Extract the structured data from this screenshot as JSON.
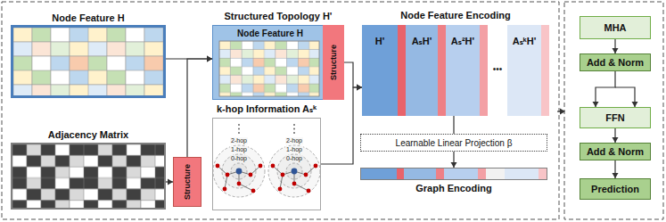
{
  "diagram": {
    "nodes": [
      {
        "text": [
          "Node Feature H"
        ]
      },
      {
        "text": [
          "Adjacency Matrix"
        ]
      },
      {
        "text": [
          "Structure"
        ]
      },
      {
        "text": [
          "Structured Topology H'"
        ]
      },
      {
        "text": [
          "Node Feature H"
        ],
        "in": 3
      },
      {
        "text": [
          "Structure"
        ],
        "in": 3
      },
      {
        "text": [
          "k-hop Information Aₛᵏ"
        ]
      },
      {
        "text": [
          "Node Feature Encoding"
        ]
      },
      {
        "text": [
          "H'"
        ],
        "in": 7
      },
      {
        "text": [
          "AₛH'"
        ],
        "in": 7
      },
      {
        "text": [
          "Aₛ²H'"
        ],
        "in": 7
      },
      {
        "text": [
          "AₛᵏH'"
        ],
        "in": 7
      },
      {
        "text": [
          "Learnable Linear Projection β"
        ]
      },
      {
        "text": [
          "Graph Encoding"
        ]
      },
      {
        "text": [
          "MHA"
        ]
      },
      {
        "text": [
          "Add & Norm"
        ]
      },
      {
        "text": [
          "FFN"
        ]
      },
      {
        "text": [
          "Add & Norm"
        ]
      },
      {
        "text": [
          "Prediction"
        ]
      }
    ],
    "edges": [
      {
        "from": 0,
        "to": 3,
        "arrow": "to"
      },
      {
        "from": 1,
        "to": 2,
        "arrow": "to"
      },
      {
        "from": 2,
        "to": 3,
        "arrow": "to"
      },
      {
        "from": 3,
        "to": 7,
        "arrow": "to"
      },
      {
        "from": 6,
        "to": 7,
        "arrow": "to"
      },
      {
        "from": 7,
        "to": 12,
        "arrow": "none"
      },
      {
        "from": 12,
        "to": 13,
        "arrow": "to"
      },
      {
        "from": 14,
        "to": 15,
        "arrow": "to"
      },
      {
        "from": 15,
        "to": 16,
        "arrow": "to"
      },
      {
        "from": 16,
        "to": 17,
        "arrow": "to"
      },
      {
        "from": 17,
        "to": 18,
        "arrow": "to"
      }
    ],
    "labels": [
      "2-hop",
      "1-hop",
      "0-hop",
      "2-hop",
      "1-hop",
      "0-hop",
      "•••"
    ]
  }
}
